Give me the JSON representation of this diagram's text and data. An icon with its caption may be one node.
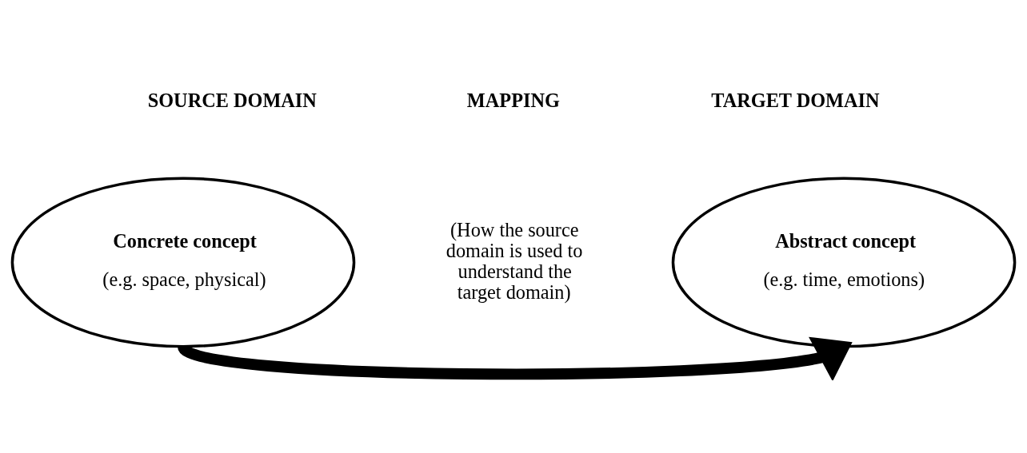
{
  "diagram": {
    "nodes": [
      {
        "text": [
          "Concrete concept",
          "(e.g. space, physical)"
        ],
        "beside": [
          "SOURCE DOMAIN"
        ]
      },
      {
        "text": [
          "Abstract concept",
          "(e.g. time, emotions)"
        ],
        "beside": [
          "TARGET DOMAIN"
        ]
      }
    ],
    "edges": [
      {
        "from": 0,
        "to": 1,
        "arrow": "to"
      }
    ],
    "labels": [
      "MAPPING",
      "(How the source domain is used to understand the target domain)"
    ]
  }
}
